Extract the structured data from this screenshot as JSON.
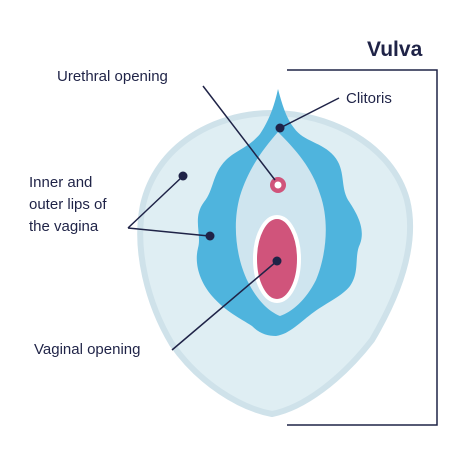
{
  "title": "Vulva",
  "labels": {
    "urethral_opening": "Urethral opening",
    "clitoris": "Clitoris",
    "lips_line1": "Inner and",
    "lips_line2": "outer lips of",
    "lips_line3": "the vagina",
    "vaginal_opening": "Vaginal opening"
  },
  "colors": {
    "outer_region": "#dfeef3",
    "outer_outline": "#cfe2ea",
    "lips": "#4fb4dd",
    "inner_area": "#cfe5ef",
    "vaginal_opening": "#d0547b",
    "urethra_ring": "#d0547b",
    "line": "#1f2347"
  }
}
